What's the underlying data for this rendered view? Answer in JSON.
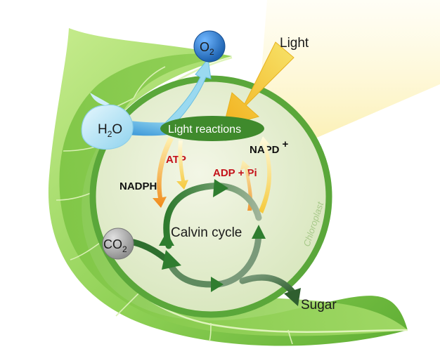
{
  "labels": {
    "light": "Light",
    "o2": "O",
    "o2_sub": "2",
    "h2o_h": "H",
    "h2o_sub": "2",
    "h2o_o": "O",
    "light_reactions": "Light reactions",
    "napd": "NAPD",
    "napd_sup": "+",
    "atp": "ATP",
    "adp_pi": "ADP + Pi",
    "nadph": "NADPH",
    "calvin_cycle": "Calvin cycle",
    "co2_c": "CO",
    "co2_sub": "2",
    "sugar": "Sugar",
    "chloroplast": "Chloroplast"
  },
  "colors": {
    "leaf_light": "#b6e27a",
    "leaf_dark": "#6fbf3e",
    "leaf_vein": "#d9f0b4",
    "chloroplast_ring": "#5aa73a",
    "chloroplast_fill": "#e7efd4",
    "light_reactions_oval": "#3f8a2c",
    "o2_circle": "#2e7fd0",
    "h2o_blob": "#bfe6f6",
    "co2_circle": "#a9a9a9",
    "calvin_arrow": "#2f7d2f",
    "energy_orange": "#f08a1a",
    "energy_yellow": "#f5d54a",
    "light_beam": "#fbf3c4"
  }
}
